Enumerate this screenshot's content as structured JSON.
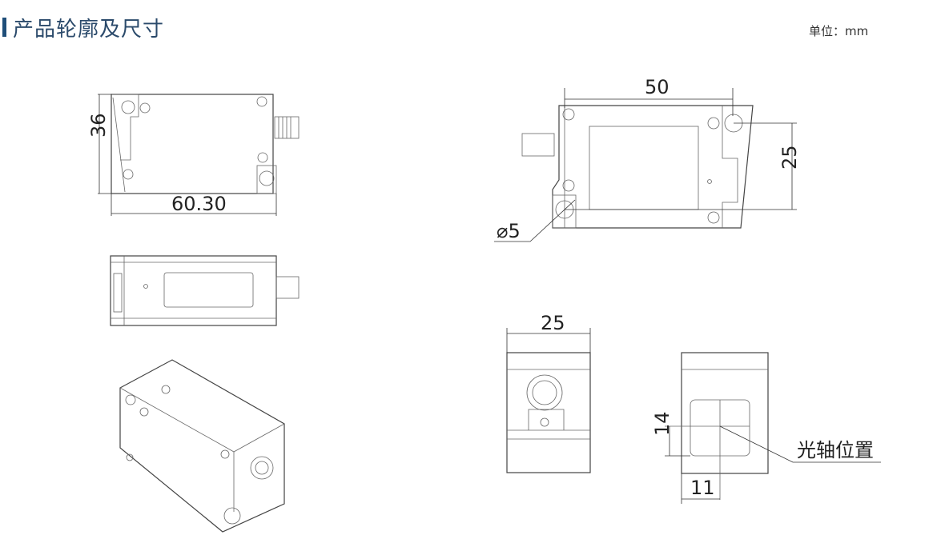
{
  "header": {
    "title": "产品轮廓及尺寸",
    "unit": "单位：mm"
  },
  "dimensions": {
    "top_view_height": "36",
    "top_view_length": "60.30",
    "bottom_view_hole_spacing": "50",
    "bottom_view_hole_vertical": "25",
    "hole_diameter": "⌀5",
    "connector_end_width": "25",
    "optical_axis_height": "14",
    "optical_axis_offset": "11"
  },
  "annotations": {
    "optical_axis": "光轴位置"
  }
}
